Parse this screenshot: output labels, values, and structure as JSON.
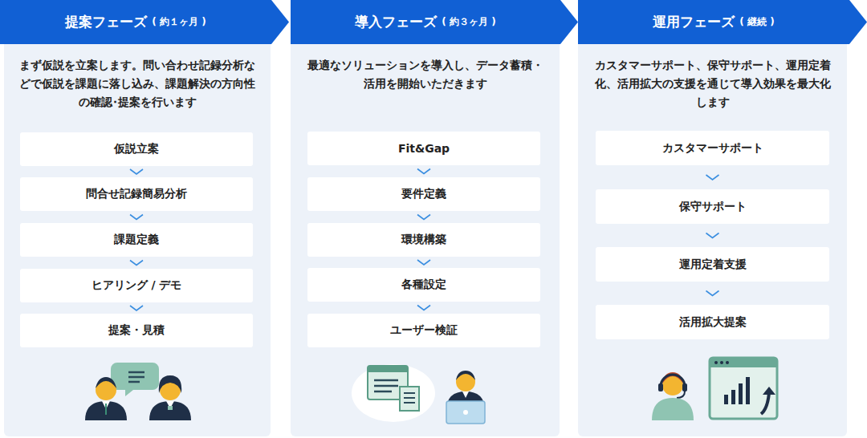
{
  "diagram": {
    "nodes": [
      {
        "text": [
          "まず仮説を立案します。問い合わせ記録分析などで仮説を課題に落し込み、課題解決の方向性の確認･提案を行います"
        ]
      },
      {
        "text": [
          "提案フェーズ",
          "( 約１ヶ月 )"
        ],
        "in": 0
      },
      {
        "text": [
          "仮説立案"
        ],
        "in": 0
      },
      {
        "text": [
          "問合せ記録簡易分析"
        ],
        "in": 0
      },
      {
        "text": [
          "課題定義"
        ],
        "in": 0
      },
      {
        "text": [
          "ヒアリング / デモ"
        ],
        "in": 0
      },
      {
        "text": [
          "提案・見積"
        ],
        "in": 0
      },
      {
        "text": [
          "最適なソリューションを導入し、データ蓄積・活用を開始いただきます"
        ]
      },
      {
        "text": [
          "導入フェーズ",
          "( 約３ヶ月 )"
        ],
        "in": 7
      },
      {
        "text": [
          "Fit&Gap"
        ],
        "in": 7
      },
      {
        "text": [
          "要件定義"
        ],
        "in": 7
      },
      {
        "text": [
          "環境構築"
        ],
        "in": 7
      },
      {
        "text": [
          "各種設定"
        ],
        "in": 7
      },
      {
        "text": [
          "ユーザー検証"
        ],
        "in": 7
      },
      {
        "text": [
          "カスタマーサポート、保守サポート、運用定着化、活用拡大の支援を通じて導入効果を最大化します"
        ]
      },
      {
        "text": [
          "運用フェーズ",
          "( 継続 )"
        ],
        "in": 14
      },
      {
        "text": [
          "カスタマーサポート"
        ],
        "in": 14
      },
      {
        "text": [
          "保守サポート"
        ],
        "in": 14
      },
      {
        "text": [
          "運用定着支援"
        ],
        "in": 14
      },
      {
        "text": [
          "活用拡大提案"
        ],
        "in": 14
      }
    ],
    "edges": [
      {
        "from": 2,
        "to": 3,
        "arrow": "to"
      },
      {
        "from": 3,
        "to": 4,
        "arrow": "to"
      },
      {
        "from": 4,
        "to": 5,
        "arrow": "to"
      },
      {
        "from": 5,
        "to": 6,
        "arrow": "to"
      },
      {
        "from": 9,
        "to": 10,
        "arrow": "to"
      },
      {
        "from": 10,
        "to": 11,
        "arrow": "to"
      },
      {
        "from": 11,
        "to": 12,
        "arrow": "to"
      },
      {
        "from": 12,
        "to": 13,
        "arrow": "to"
      },
      {
        "from": 16,
        "to": 17,
        "arrow": "to"
      },
      {
        "from": 17,
        "to": 18,
        "arrow": "to"
      },
      {
        "from": 18,
        "to": 19,
        "arrow": "to"
      }
    ]
  }
}
